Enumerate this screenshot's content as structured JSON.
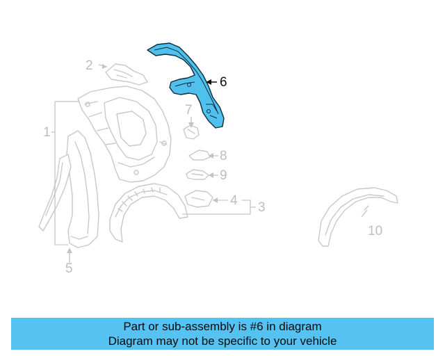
{
  "diagram": {
    "callouts": {
      "c1": "1",
      "c2": "2",
      "c3": "3",
      "c4": "4",
      "c5": "5",
      "c6": "6",
      "c7": "7",
      "c8": "8",
      "c9": "9",
      "c10": "10"
    },
    "highlight_color": "#4fc1ec"
  },
  "banner": {
    "line1": "Part or sub-assembly is #6 in diagram",
    "line2": "Diagram may not be specific to your vehicle",
    "background": "#56c2f2"
  }
}
